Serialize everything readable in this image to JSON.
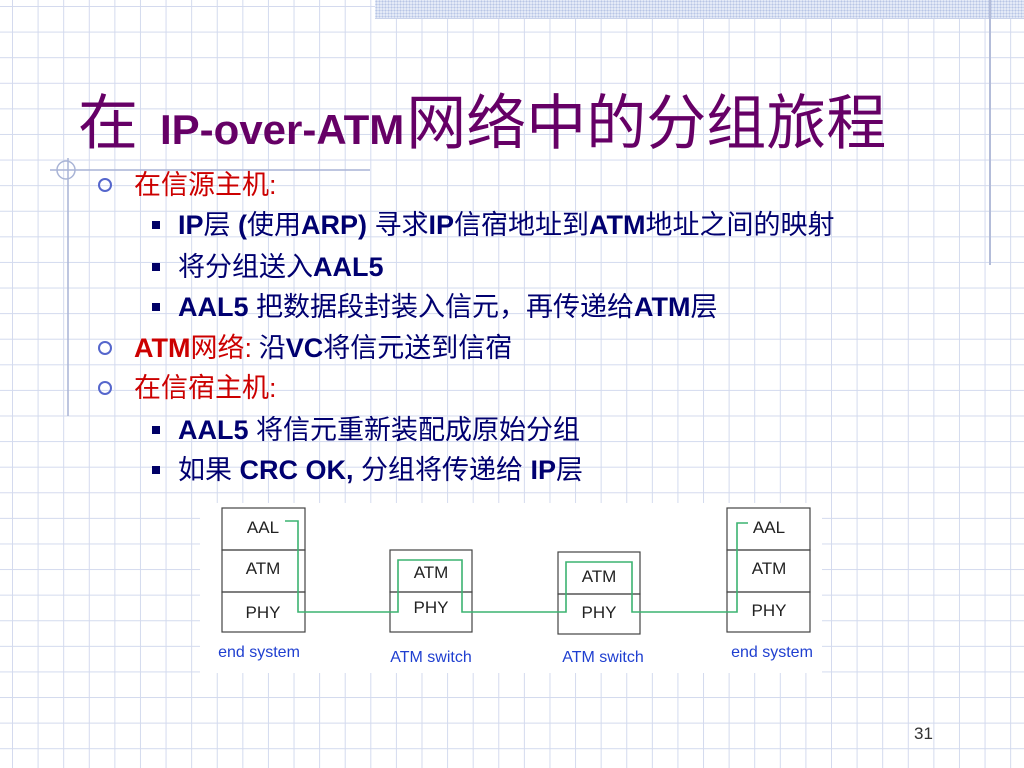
{
  "slide": {
    "title": {
      "lead": "在",
      "latin": "IP-over-ATM",
      "rest": "网络中的分组旅程"
    },
    "source_host": {
      "heading": "在信源主机:",
      "items": [
        [
          "IP",
          "层 ",
          "(",
          "使用",
          "ARP)",
          " 寻求",
          "IP",
          "信宿地址到",
          "ATM",
          "地址之间的映射"
        ],
        [
          "将分组送入",
          "AAL5"
        ],
        [
          "AAL5",
          " 把数据段封装入信元，再传递给",
          "ATM",
          "层"
        ]
      ]
    },
    "atm_network": {
      "heading": [
        "ATM",
        "网络:"
      ],
      "text": [
        " 沿",
        "VC",
        "将信元送到信宿"
      ]
    },
    "dest_host": {
      "heading": "在信宿主机:",
      "items": [
        [
          "AAL5",
          " 将信元重新装配成原始分组"
        ],
        [
          "如果 ",
          "CRC OK,",
          " 分组将传递给 ",
          "IP",
          "层"
        ]
      ]
    },
    "page_number": "31"
  },
  "diagram": {
    "nodes": [
      {
        "label": "end system",
        "layers": [
          "AAL",
          "ATM",
          "PHY"
        ]
      },
      {
        "label": "ATM switch",
        "layers": [
          "ATM",
          "PHY"
        ]
      },
      {
        "label": "ATM switch",
        "layers": [
          "ATM",
          "PHY"
        ]
      },
      {
        "label": "end system",
        "layers": [
          "AAL",
          "ATM",
          "PHY"
        ]
      }
    ]
  },
  "colors": {
    "title": "#660066",
    "heading": "#cc0000",
    "body": "#000070",
    "bullet": "#5566cc",
    "square": "#000066",
    "link_line": "#3cb371",
    "node_label": "#1f3fd0"
  }
}
